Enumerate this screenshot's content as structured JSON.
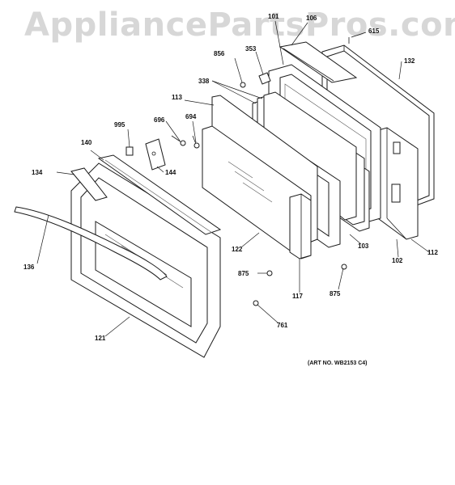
{
  "watermark": "AppliancePartsPros.com",
  "art_number": "(ART NO. WB2153 C4)",
  "callouts": {
    "c101": "101",
    "c106": "106",
    "c615": "615",
    "c856": "856",
    "c353": "353",
    "c132": "132",
    "c338": "338",
    "c113": "113",
    "c995": "995",
    "c696": "696",
    "c694": "694",
    "c140": "140",
    "c134": "134",
    "c144": "144",
    "c136": "136",
    "c122": "122",
    "c103": "103",
    "c102": "102",
    "c112": "112",
    "c875a": "875",
    "c875b": "875",
    "c117": "117",
    "c761": "761",
    "c121": "121"
  },
  "colors": {
    "line": "#1a1a1a",
    "watermark": "#d7d7d7",
    "background": "#ffffff"
  }
}
